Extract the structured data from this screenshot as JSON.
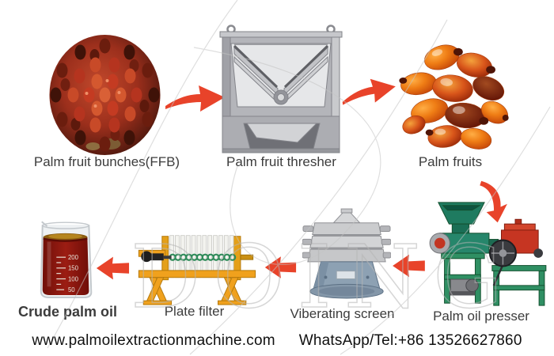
{
  "colors": {
    "arrow_red": "#e8432a",
    "label_text": "#3c3c3c",
    "footer_text": "#101010",
    "watermark_gray": "#b5b5b5",
    "machine_green": "#2f8f63",
    "engine_red": "#c63522",
    "filter_yellow": "#f0a11d",
    "oil_red": "#8e1a10"
  },
  "icons": {
    "flow_arrows": "red-swoosh-arrow",
    "bunch": "palm-fruit-bunch-photo",
    "thresher": "gray-thresher-machine",
    "fruits": "palm-fruits-cluster",
    "presser": "green-red-press-machine",
    "screen": "round-steel-vibrating-screen",
    "filter": "yellow-plate-filter-press",
    "beaker": "glass-beaker-with-red-oil"
  },
  "stages": {
    "ffb": {
      "label": "Palm fruit bunches(FFB)"
    },
    "thresher": {
      "label": "Palm fruit thresher"
    },
    "fruits": {
      "label": "Palm fruits"
    },
    "presser": {
      "label": "Palm oil presser"
    },
    "screen": {
      "label": "Viberating screen"
    },
    "filter": {
      "label": "Plate filter"
    },
    "oil": {
      "label": "Crude palm oil"
    }
  },
  "beaker": {
    "graduations": {
      "g200": "200",
      "g150": "150",
      "g100": "100",
      "g50": "50"
    }
  },
  "watermark": {
    "text": "DOING"
  },
  "footer": {
    "website": "www.palmoilextractionmachine.com",
    "contact": "WhatsApp/Tel:+86 13526627860"
  }
}
